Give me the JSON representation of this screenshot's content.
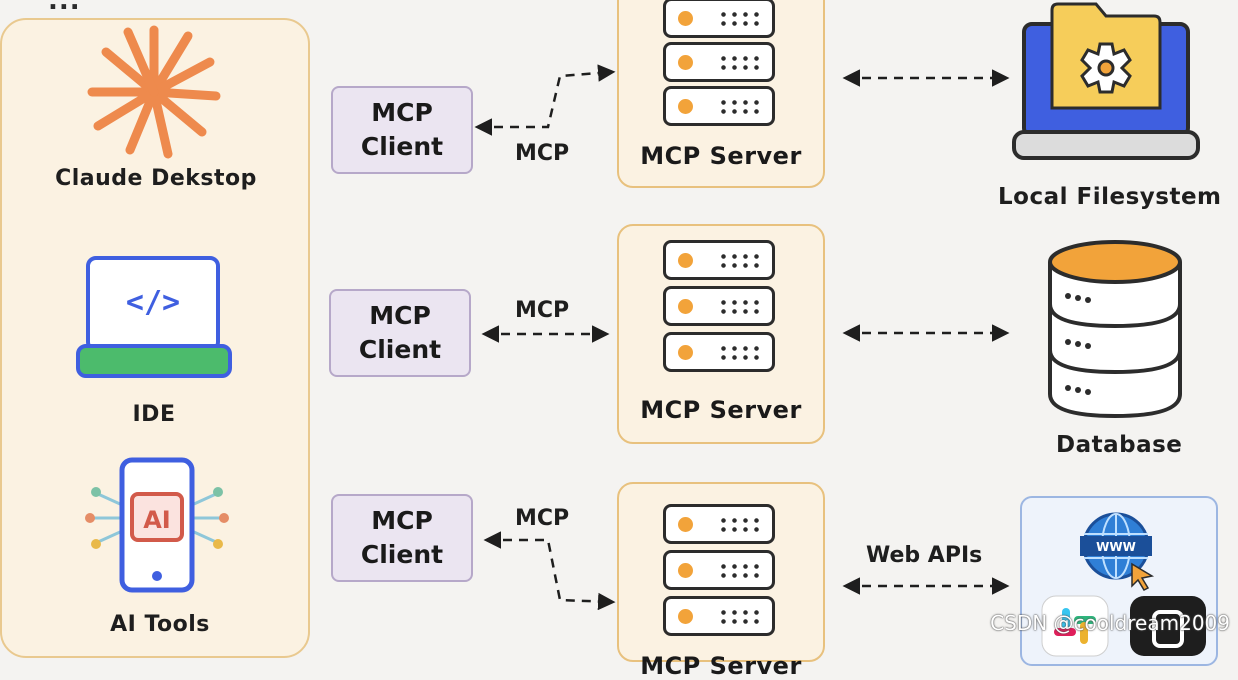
{
  "title_fragment": "...",
  "hosts": [
    {
      "label": "Claude Dekstop",
      "icon": "claude-sunburst-icon"
    },
    {
      "label": "IDE",
      "icon": "laptop-code-icon"
    },
    {
      "label": "AI Tools",
      "icon": "phone-ai-icon",
      "icon_text": "AI"
    }
  ],
  "clients": [
    {
      "line1": "MCP",
      "line2": "Client"
    },
    {
      "line1": "MCP",
      "line2": "Client"
    },
    {
      "line1": "MCP",
      "line2": "Client"
    }
  ],
  "edge_labels": [
    "MCP",
    "MCP",
    "MCP"
  ],
  "servers": [
    {
      "label": "MCP Server"
    },
    {
      "label": "MCP Server"
    },
    {
      "label": "MCP Server"
    }
  ],
  "server_resource_edge_label": "Web APIs",
  "resources": [
    {
      "label": "Local Filesystem",
      "icon": "folder-laptop-icon"
    },
    {
      "label": "Database",
      "icon": "database-icon"
    },
    {
      "label": "",
      "icon": "globe-www-icon",
      "icon_text": "WWW"
    }
  ],
  "watermark": "CSDN @cooldream2009",
  "colors": {
    "host_bg": "#fbf2e2",
    "host_border": "#e9c98f",
    "client_bg": "#ebe5f1",
    "client_border": "#b6a8c9",
    "server_border": "#e8c17e",
    "accent_orange": "#f2a33a",
    "claude_orange": "#ee8a4d",
    "ide_green": "#4cbb6c",
    "laptop_blue": "#3f5fe0",
    "folder_yellow": "#f6cd5a",
    "web_panel_bg": "#eef3fb",
    "web_panel_border": "#9cb6e2"
  }
}
